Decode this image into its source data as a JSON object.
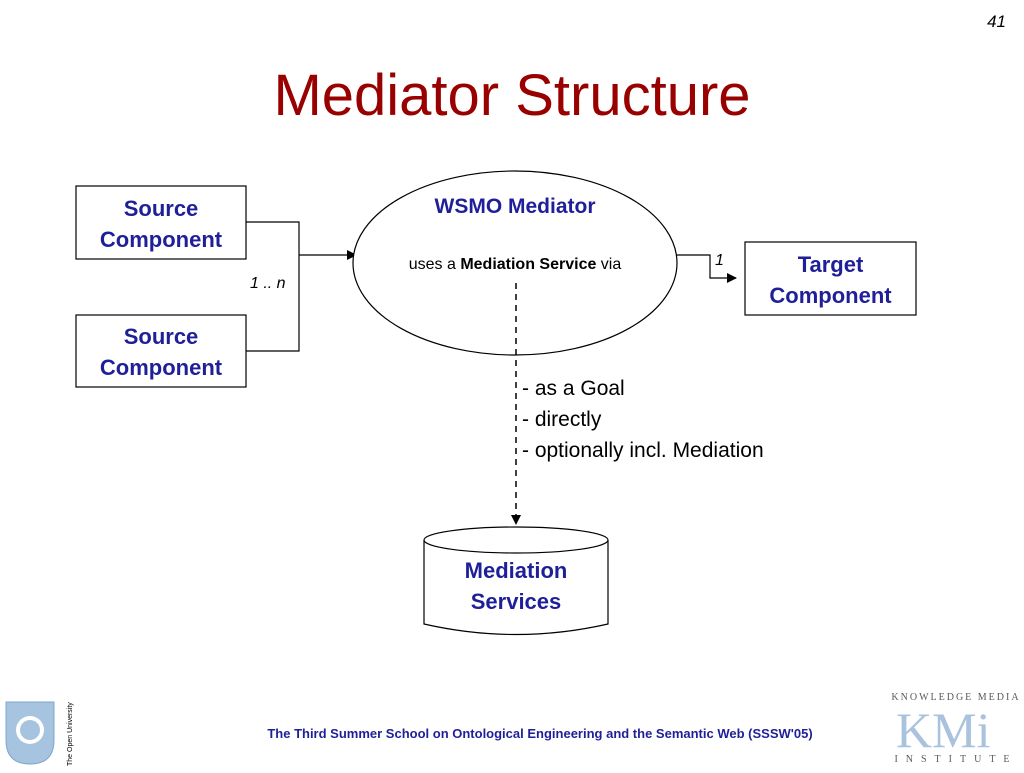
{
  "slide": {
    "number": "41",
    "title": "Mediator Structure"
  },
  "diagram": {
    "source_components": [
      {
        "line1": "Source",
        "line2": "Component"
      },
      {
        "line1": "Source",
        "line2": "Component"
      }
    ],
    "source_multiplicity": "1 .. n",
    "mediator": {
      "title": "WSMO Mediator",
      "sub_prefix": "uses a ",
      "sub_bold": "Mediation Service",
      "sub_suffix": " via"
    },
    "target_multiplicity": "1",
    "target": {
      "line1": "Target",
      "line2": "Component"
    },
    "options": [
      "- as a Goal",
      "- directly",
      "- optionally incl. Mediation"
    ],
    "mediation_services": {
      "line1": "Mediation",
      "line2": "Services"
    }
  },
  "footer": {
    "text": "The Third Summer School on Ontological Engineering and the Semantic Web (SSSW'05)",
    "left_logo": "The Open University",
    "right_logo_top": "KNOWLEDGE MEDIA",
    "right_logo_main": "KMi",
    "right_logo_bottom": "INSTITUTE"
  },
  "colors": {
    "title": "#990000",
    "label_blue": "#1f1f99"
  }
}
